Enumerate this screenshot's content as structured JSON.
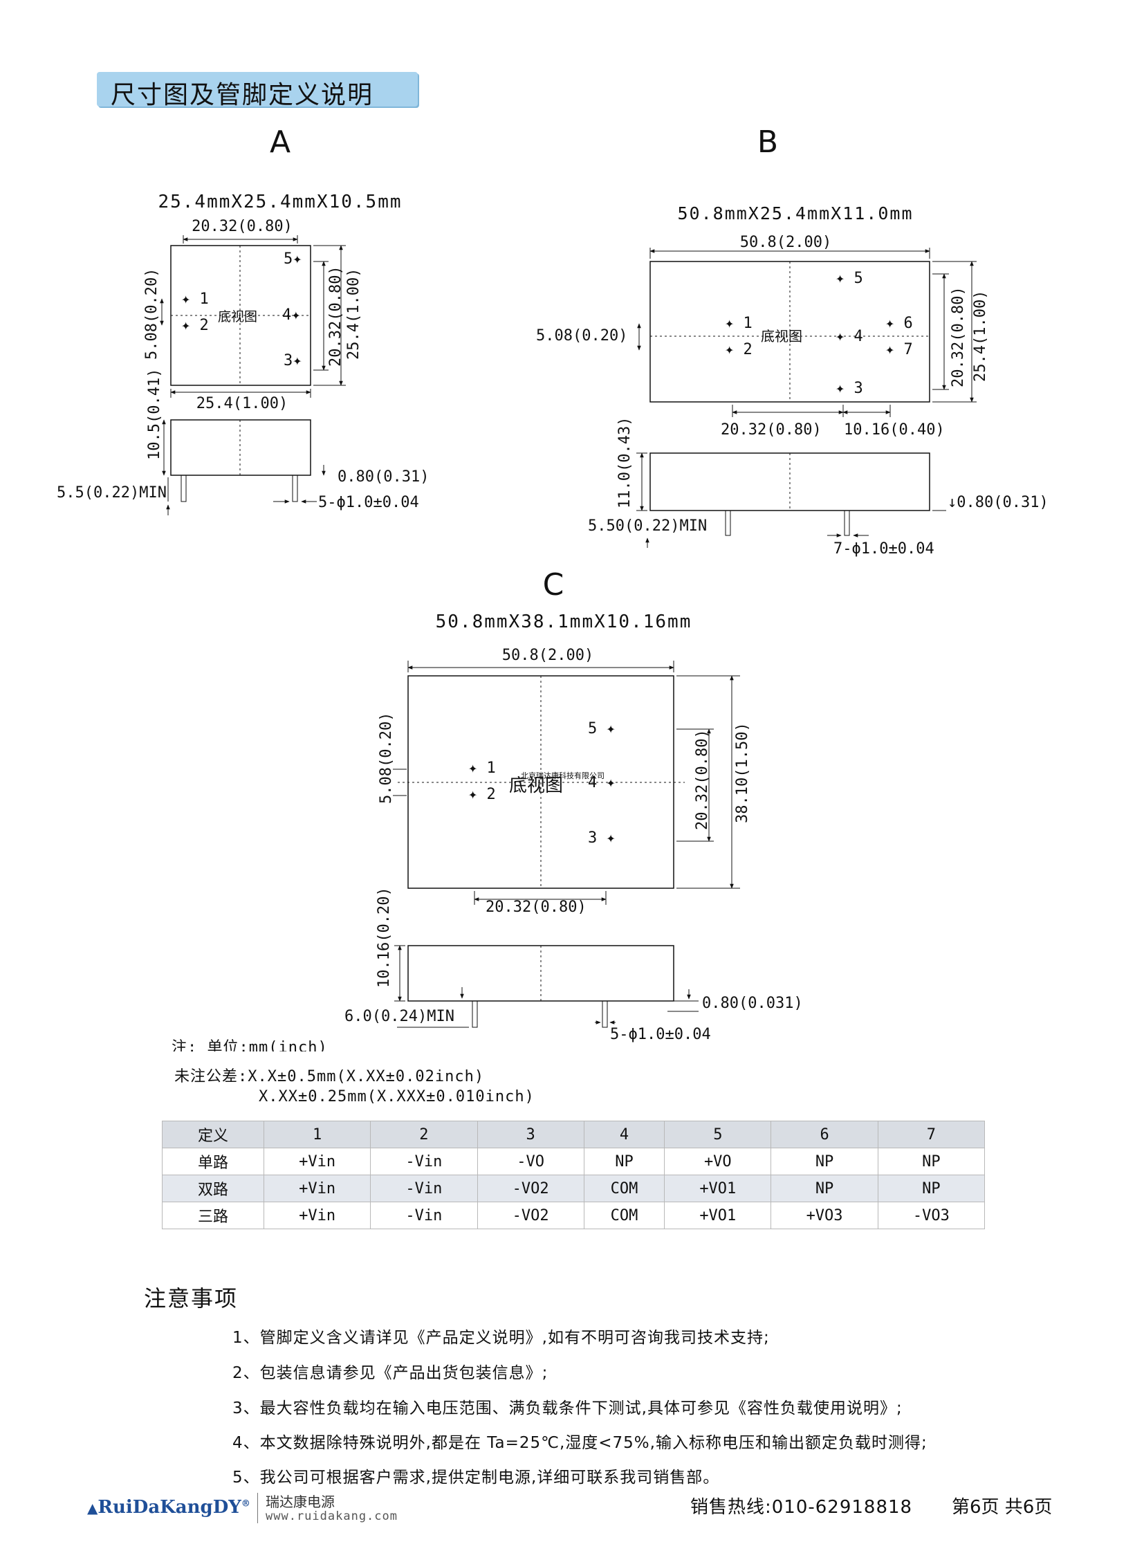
{
  "section_title": "尺寸图及管脚定义说明",
  "pkg_a": {
    "letter": "A",
    "size": "25.4mmX25.4mmX10.5mm",
    "dims": {
      "top_pitch": "20.32(0.80)",
      "left_offset": "5.08(0.20)",
      "inner_height": "20.32(0.80)",
      "outer_height": "25.4(1.00)",
      "bottom_width": "25.4(1.00)",
      "side_height": "10.5(0.41)",
      "standoff": "0.80(0.31)",
      "pin_length": "5.5(0.22)MIN",
      "pin_spec": "5-ϕ1.0±0.04"
    },
    "bottom_view": "底视图",
    "pins": [
      "1",
      "2",
      "3",
      "4",
      "5"
    ]
  },
  "pkg_b": {
    "letter": "B",
    "size": "50.8mmX25.4mmX11.0mm",
    "dims": {
      "top_width": "50.8(2.00)",
      "left_offset": "5.08(0.20)",
      "inner_height": "20.32(0.80)",
      "outer_height": "25.4(1.00)",
      "bottom_pitch1": "20.32(0.80)",
      "bottom_pitch2": "10.16(0.40)",
      "side_height": "11.0(0.43)",
      "standoff": "0.80(0.31)",
      "pin_length": "5.50(0.22)MIN",
      "pin_spec": "7-ϕ1.0±0.04"
    },
    "bottom_view": "底视图",
    "pins": [
      "1",
      "2",
      "3",
      "4",
      "5",
      "6",
      "7"
    ]
  },
  "pkg_c": {
    "letter": "C",
    "size": "50.8mmX38.1mmX10.16mm",
    "dims": {
      "top_width": "50.8(2.00)",
      "left_offset": "5.08(0.20)",
      "inner_height": "20.32(0.80)",
      "outer_height": "38.10(1.50)",
      "bottom_pitch": "20.32(0.80)",
      "side_height": "10.16(0.20)",
      "standoff": "0.80(0.031)",
      "pin_length": "6.0(0.24)MIN",
      "pin_spec": "5-ϕ1.0±0.04"
    },
    "bottom_view": "底视图",
    "watermark": "北京瑞达康科技有限公司",
    "pins": [
      "1",
      "2",
      "3",
      "4",
      "5"
    ]
  },
  "unit_note": "注:  单位:mm(inch)",
  "tolerance_line1": "未注公差:X.X±0.5mm(X.XX±0.02inch)",
  "tolerance_line2": "X.XX±0.25mm(X.XXX±0.010inch)",
  "pin_table": {
    "header": [
      "定义",
      "1",
      "2",
      "3",
      "4",
      "5",
      "6",
      "7"
    ],
    "rows": [
      [
        "单路",
        "+Vin",
        "-Vin",
        "-VO",
        "NP",
        "+VO",
        "NP",
        "NP"
      ],
      [
        "双路",
        "+Vin",
        "-Vin",
        "-VO2",
        "COM",
        "+VO1",
        "NP",
        "NP"
      ],
      [
        "三路",
        "+Vin",
        "-Vin",
        "-VO2",
        "COM",
        "+VO1",
        "+VO3",
        "-VO3"
      ]
    ]
  },
  "notes_title": "注意事项",
  "notes": [
    "1、管脚定义含义请详见《产品定义说明》,如有不明可咨询我司技术支持;",
    "2、包装信息请参见《产品出货包装信息》;",
    "3、最大容性负载均在输入电压范围、满负载条件下测试,具体可参见《容性负载使用说明》;",
    "4、本文数据除特殊说明外,都是在 Ta=25℃,湿度<75%,输入标称电压和输出额定负载时测得;",
    "5、我公司可根据客户需求,提供定制电源,详细可联系我司销售部。"
  ],
  "footer": {
    "logo": "RuiDaKangDY",
    "logo_mark": "®",
    "cn_name": "瑞达康电源",
    "url": "www.ruidakang.com",
    "hotline": "销售热线:010-62918818",
    "page": "第6页  共6页"
  }
}
